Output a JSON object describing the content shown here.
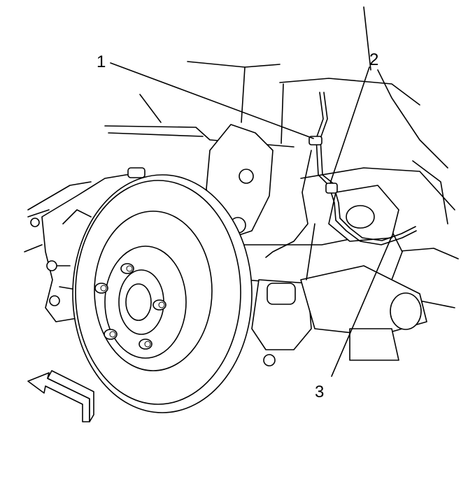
{
  "callouts": [
    {
      "id": "1",
      "label": "1"
    },
    {
      "id": "2",
      "label": "2"
    },
    {
      "id": "3",
      "label": "3"
    }
  ],
  "colors": {
    "line": "#000000",
    "background": "#ffffff"
  },
  "icons": {
    "direction_arrow": "arrow-forward-icon"
  }
}
